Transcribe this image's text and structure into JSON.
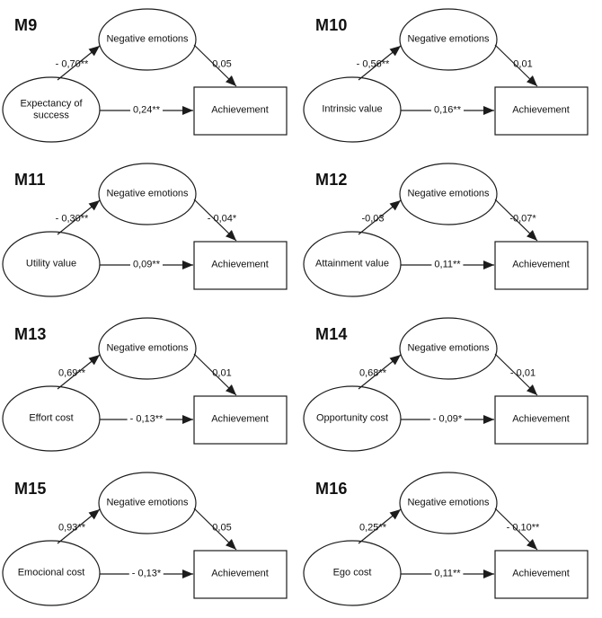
{
  "shared": {
    "mediator_label": "Negative emotions",
    "outcome_label": "Achievement"
  },
  "diagram_structure": {
    "type": "mediation-path-model",
    "paths": [
      "predictor -> mediator (path a)",
      "mediator -> outcome (path b)",
      "predictor -> outcome (direct path c)"
    ]
  },
  "models": [
    {
      "id": "M9",
      "predictor": "Expectancy of success",
      "path_a": "- 0,70**",
      "path_b": "0,05",
      "path_c": "0,24**"
    },
    {
      "id": "M10",
      "predictor": "Intrinsic value",
      "path_a": "- 0,56**",
      "path_b": "0,01",
      "path_c": "0,16**"
    },
    {
      "id": "M11",
      "predictor": "Utility value",
      "path_a": "- 0,30**",
      "path_b": "- 0,04*",
      "path_c": "0,09**"
    },
    {
      "id": "M12",
      "predictor": "Attainment value",
      "path_a": "-0,03",
      "path_b": "-0,07*",
      "path_c": "0,11**"
    },
    {
      "id": "M13",
      "predictor": "Effort cost",
      "path_a": "0,69**",
      "path_b": "0,01",
      "path_c": "- 0,13**"
    },
    {
      "id": "M14",
      "predictor": "Opportunity cost",
      "path_a": "0,68**",
      "path_b": "- 0,01",
      "path_c": "- 0,09*"
    },
    {
      "id": "M15",
      "predictor": "Emocional cost",
      "path_a": "0,93**",
      "path_b": "0,05",
      "path_c": "- 0,13*"
    },
    {
      "id": "M16",
      "predictor": "Ego cost",
      "path_a": "0,25**",
      "path_b": "- 0,10**",
      "path_c": "0,11**"
    }
  ]
}
